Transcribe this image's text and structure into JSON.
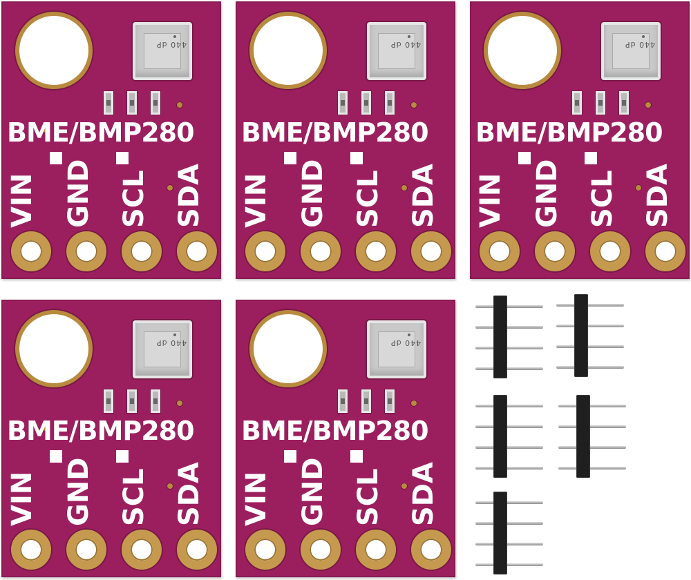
{
  "product": {
    "board_label": "BME/BMP280",
    "sensor_mark": "440 dP",
    "pins": [
      "VIN",
      "GND",
      "SCL",
      "SDA"
    ],
    "board_color": "#9b1f5e",
    "gold_color": "#c59a4e"
  },
  "boards": [
    {
      "id": "board-1"
    },
    {
      "id": "board-2"
    },
    {
      "id": "board-3"
    },
    {
      "id": "board-4"
    },
    {
      "id": "board-5"
    }
  ],
  "headers": [
    {
      "id": "header-1",
      "pins": 4
    },
    {
      "id": "header-2",
      "pins": 4
    },
    {
      "id": "header-3",
      "pins": 4
    },
    {
      "id": "header-4",
      "pins": 4
    },
    {
      "id": "header-5",
      "pins": 4
    }
  ]
}
